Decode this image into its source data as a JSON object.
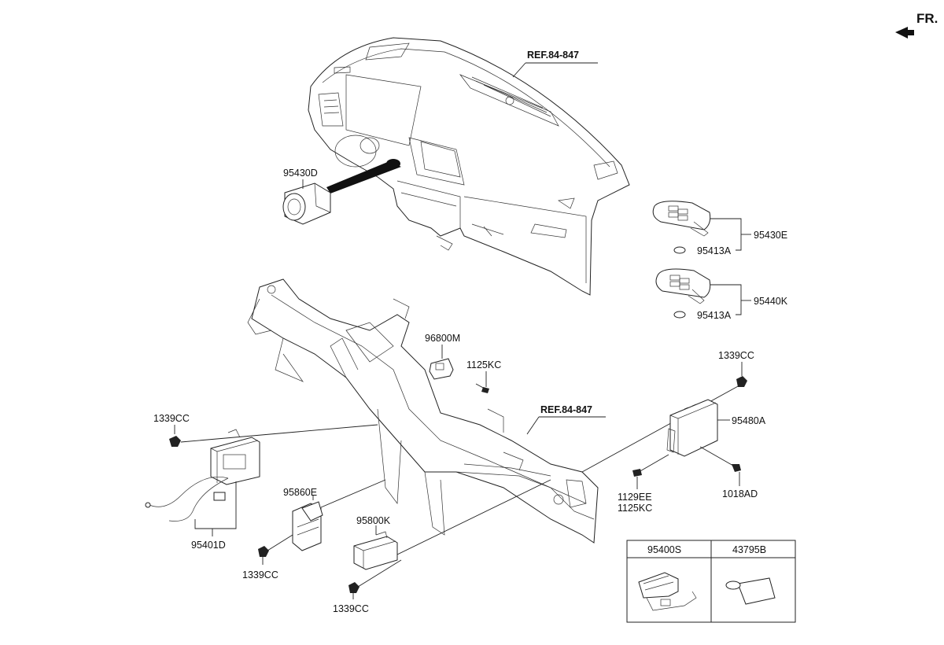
{
  "orientation": {
    "label": "FR."
  },
  "references": [
    {
      "id": "ref-top",
      "text": "REF.84-847"
    },
    {
      "id": "ref-mid",
      "text": "REF.84-847"
    }
  ],
  "callouts": {
    "p95430D": "95430D",
    "p95430E": "95430E",
    "p95413A_1": "95413A",
    "p95440K": "95440K",
    "p95413A_2": "95413A",
    "p96800M": "96800M",
    "p1125KC_a": "1125KC",
    "p1339CC_r": "1339CC",
    "p95480A": "95480A",
    "p1018AD": "1018AD",
    "p1129EE": "1129EE",
    "p1125KC_b": "1125KC",
    "p1339CC_l": "1339CC",
    "p95401D": "95401D",
    "p95860E": "95860E",
    "p1339CC_m": "1339CC",
    "p95800K": "95800K",
    "p1339CC_b": "1339CC"
  },
  "legend_box": {
    "headers": [
      "95400S",
      "43795B"
    ]
  }
}
